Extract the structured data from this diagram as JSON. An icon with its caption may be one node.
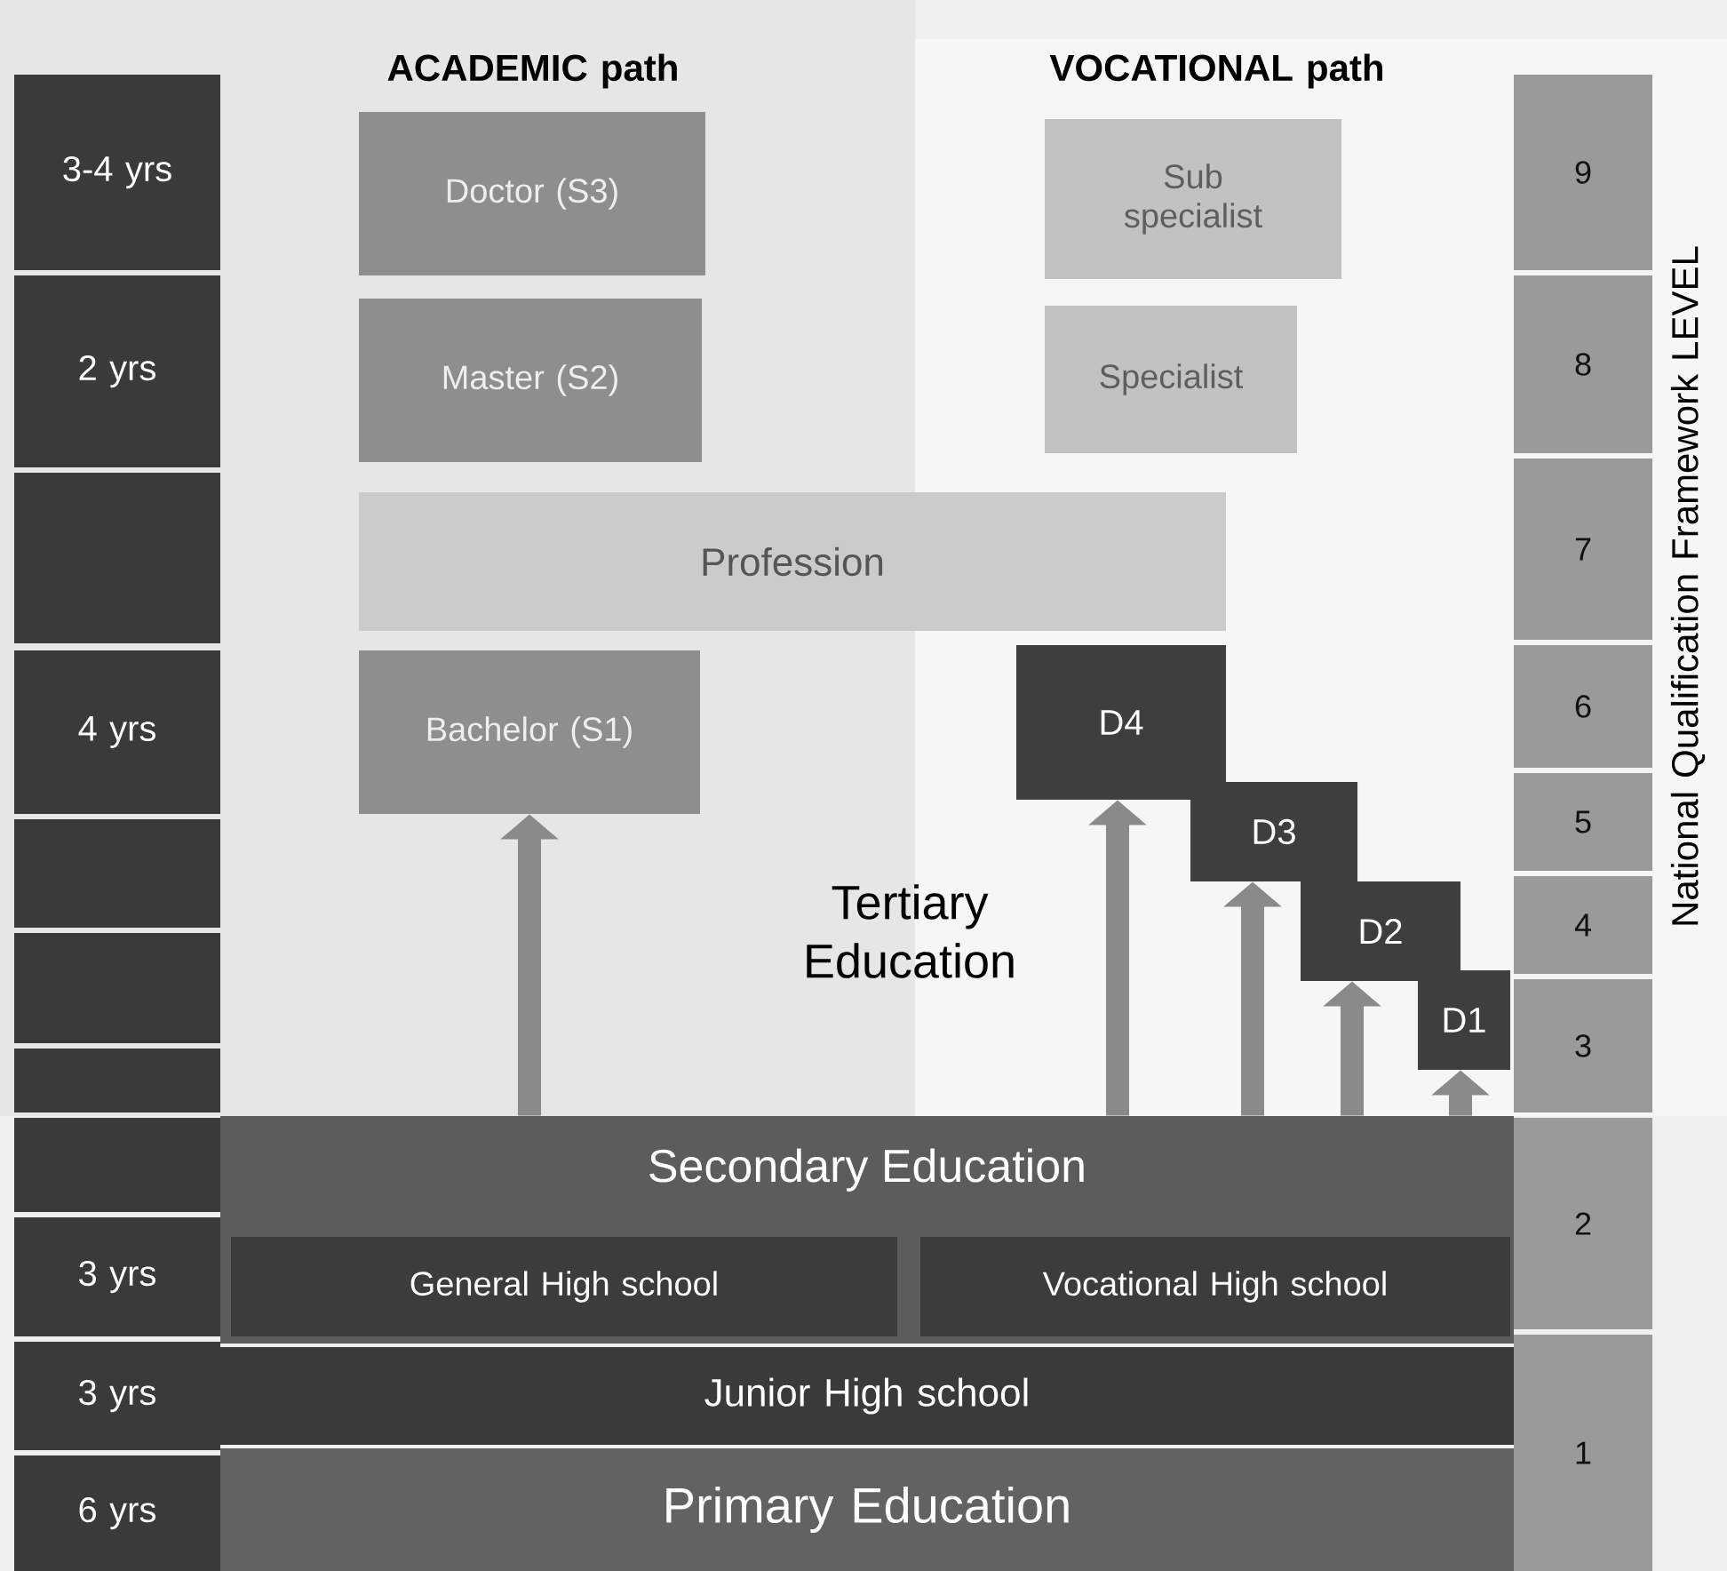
{
  "diagram": {
    "nodes": [
      {
        "text": [
          "3-4 yrs"
        ]
      },
      {
        "text": [
          "2 yrs"
        ]
      },
      {
        "text": [],
        "shape": "box"
      },
      {
        "text": [
          "4 yrs"
        ]
      },
      {
        "text": [],
        "shape": "box"
      },
      {
        "text": [],
        "shape": "box"
      },
      {
        "text": [],
        "shape": "box"
      },
      {
        "text": [],
        "shape": "box"
      },
      {
        "text": [
          "3 yrs"
        ]
      },
      {
        "text": [
          "3 yrs"
        ]
      },
      {
        "text": [
          "6 yrs"
        ]
      },
      {
        "text": [
          "Doctor (S3)"
        ]
      },
      {
        "text": [
          "Master (S2)"
        ]
      },
      {
        "text": [
          "Profession"
        ]
      },
      {
        "text": [
          "Bachelor (S1)"
        ]
      },
      {
        "text": [
          "Sub specialist"
        ]
      },
      {
        "text": [
          "Specialist"
        ]
      },
      {
        "text": [
          "D4"
        ]
      },
      {
        "text": [
          "D3"
        ]
      },
      {
        "text": [
          "D2"
        ]
      },
      {
        "text": [
          "D1"
        ]
      },
      {
        "text": [
          "9"
        ]
      },
      {
        "text": [
          "8"
        ]
      },
      {
        "text": [
          "7"
        ]
      },
      {
        "text": [
          "6"
        ]
      },
      {
        "text": [
          "5"
        ]
      },
      {
        "text": [
          "4"
        ]
      },
      {
        "text": [
          "3"
        ]
      },
      {
        "text": [
          "2"
        ]
      },
      {
        "text": [
          "1"
        ]
      },
      {
        "text": [
          "Secondary Education"
        ]
      },
      {
        "text": [
          "General High school"
        ],
        "in": 30
      },
      {
        "text": [
          "Vocational High school"
        ],
        "in": 30
      },
      {
        "text": [
          "Junior High school"
        ]
      },
      {
        "text": [
          "Primary Education"
        ]
      }
    ],
    "edges": [
      {
        "from": 30,
        "to": 14,
        "arrow": "to"
      },
      {
        "from": 30,
        "to": 17,
        "arrow": "to"
      },
      {
        "from": 30,
        "to": 18,
        "arrow": "to"
      },
      {
        "from": 30,
        "to": 19,
        "arrow": "to"
      },
      {
        "from": 30,
        "to": 20,
        "arrow": "to"
      }
    ],
    "labels": [
      "ACADEMIC path",
      "VOCATIONAL path",
      "Tertiary Education",
      "National Qualification Framework LEVEL"
    ]
  }
}
